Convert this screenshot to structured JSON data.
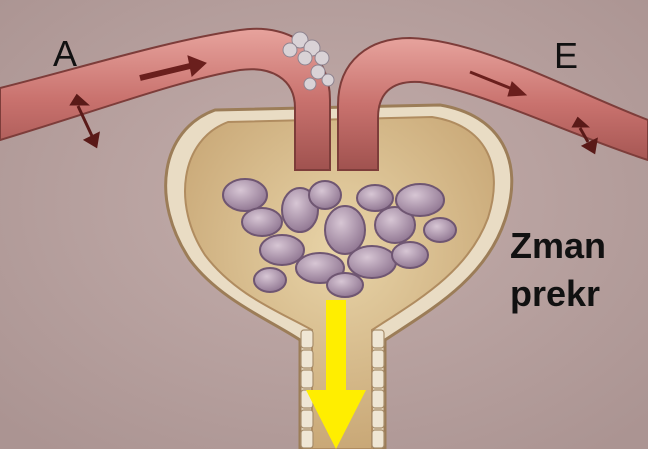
{
  "labels": {
    "afferent": "A",
    "efferent": "E"
  },
  "caption": {
    "line1": "Zman",
    "line2": "prekr"
  },
  "colors": {
    "background": "#b59e9c",
    "vessel": "#c9726e",
    "capsule": "#d8b98a",
    "glomerulus": "#a88ea8",
    "arrow": "#ffee00"
  }
}
